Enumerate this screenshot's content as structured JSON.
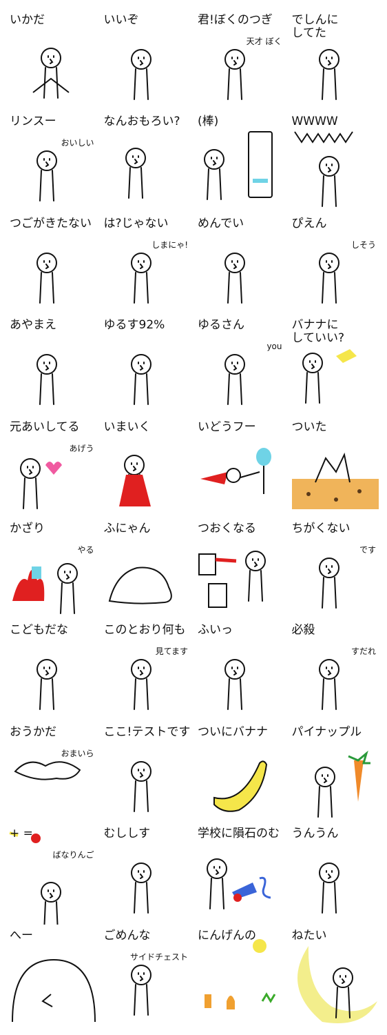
{
  "colors": {
    "ink": "#111111",
    "red": "#e02020",
    "yellow": "#f5e64a",
    "cyan": "#6fd3e6",
    "ground": "#f0b45a",
    "pink": "#f05aa0",
    "moon": "#f3ee8c"
  },
  "stickers": [
    {
      "caption": "いかだ",
      "sub": ""
    },
    {
      "caption": "いいぞ",
      "sub": ""
    },
    {
      "caption": "君!ぼくのつぎ",
      "sub": "天才 ぼく"
    },
    {
      "caption": "でしんに\nしてた",
      "sub": ""
    },
    {
      "caption": "リンスー",
      "sub": "おいしい"
    },
    {
      "caption": "なんおもろい?",
      "sub": ""
    },
    {
      "caption": "(棒)",
      "sub": ""
    },
    {
      "caption": "WWWW",
      "sub": ""
    },
    {
      "caption": "つごがきたない",
      "sub": ""
    },
    {
      "caption": "は?じゃない",
      "sub": "しまにゃ!"
    },
    {
      "caption": "めんでい",
      "sub": ""
    },
    {
      "caption": "ぴえん",
      "sub": "しそう"
    },
    {
      "caption": "あやまえ",
      "sub": ""
    },
    {
      "caption": "ゆるす92%",
      "sub": ""
    },
    {
      "caption": "ゆるさん",
      "sub": "you"
    },
    {
      "caption": "バナナに\nしていい?",
      "sub": ""
    },
    {
      "caption": "元あいしてる",
      "sub": "あげう"
    },
    {
      "caption": "いまいく",
      "sub": ""
    },
    {
      "caption": "いどうフー",
      "sub": ""
    },
    {
      "caption": "ついた",
      "sub": ""
    },
    {
      "caption": "かざり",
      "sub": "やる"
    },
    {
      "caption": "ふにゃん",
      "sub": ""
    },
    {
      "caption": "つおくなる",
      "sub": ""
    },
    {
      "caption": "ちがくない",
      "sub": "です"
    },
    {
      "caption": "こどもだな",
      "sub": ""
    },
    {
      "caption": "このとおり何も",
      "sub": "見てます"
    },
    {
      "caption": "ふいっ",
      "sub": ""
    },
    {
      "caption": "必殺",
      "sub": "すだれ"
    },
    {
      "caption": "おうかだ",
      "sub": "おまいら"
    },
    {
      "caption": "ここ!テストです",
      "sub": ""
    },
    {
      "caption": "ついにバナナ",
      "sub": ""
    },
    {
      "caption": "パイナップル",
      "sub": ""
    },
    {
      "caption": "+ =",
      "sub": "ばなりんご"
    },
    {
      "caption": "むししす",
      "sub": ""
    },
    {
      "caption": "学校に隕石のむ",
      "sub": ""
    },
    {
      "caption": "うんうん",
      "sub": ""
    },
    {
      "caption": "へー",
      "sub": ""
    },
    {
      "caption": "ごめんな",
      "sub": "サイドチェスト"
    },
    {
      "caption": "にんげんの",
      "sub": ""
    },
    {
      "caption": "ねたい",
      "sub": ""
    }
  ]
}
